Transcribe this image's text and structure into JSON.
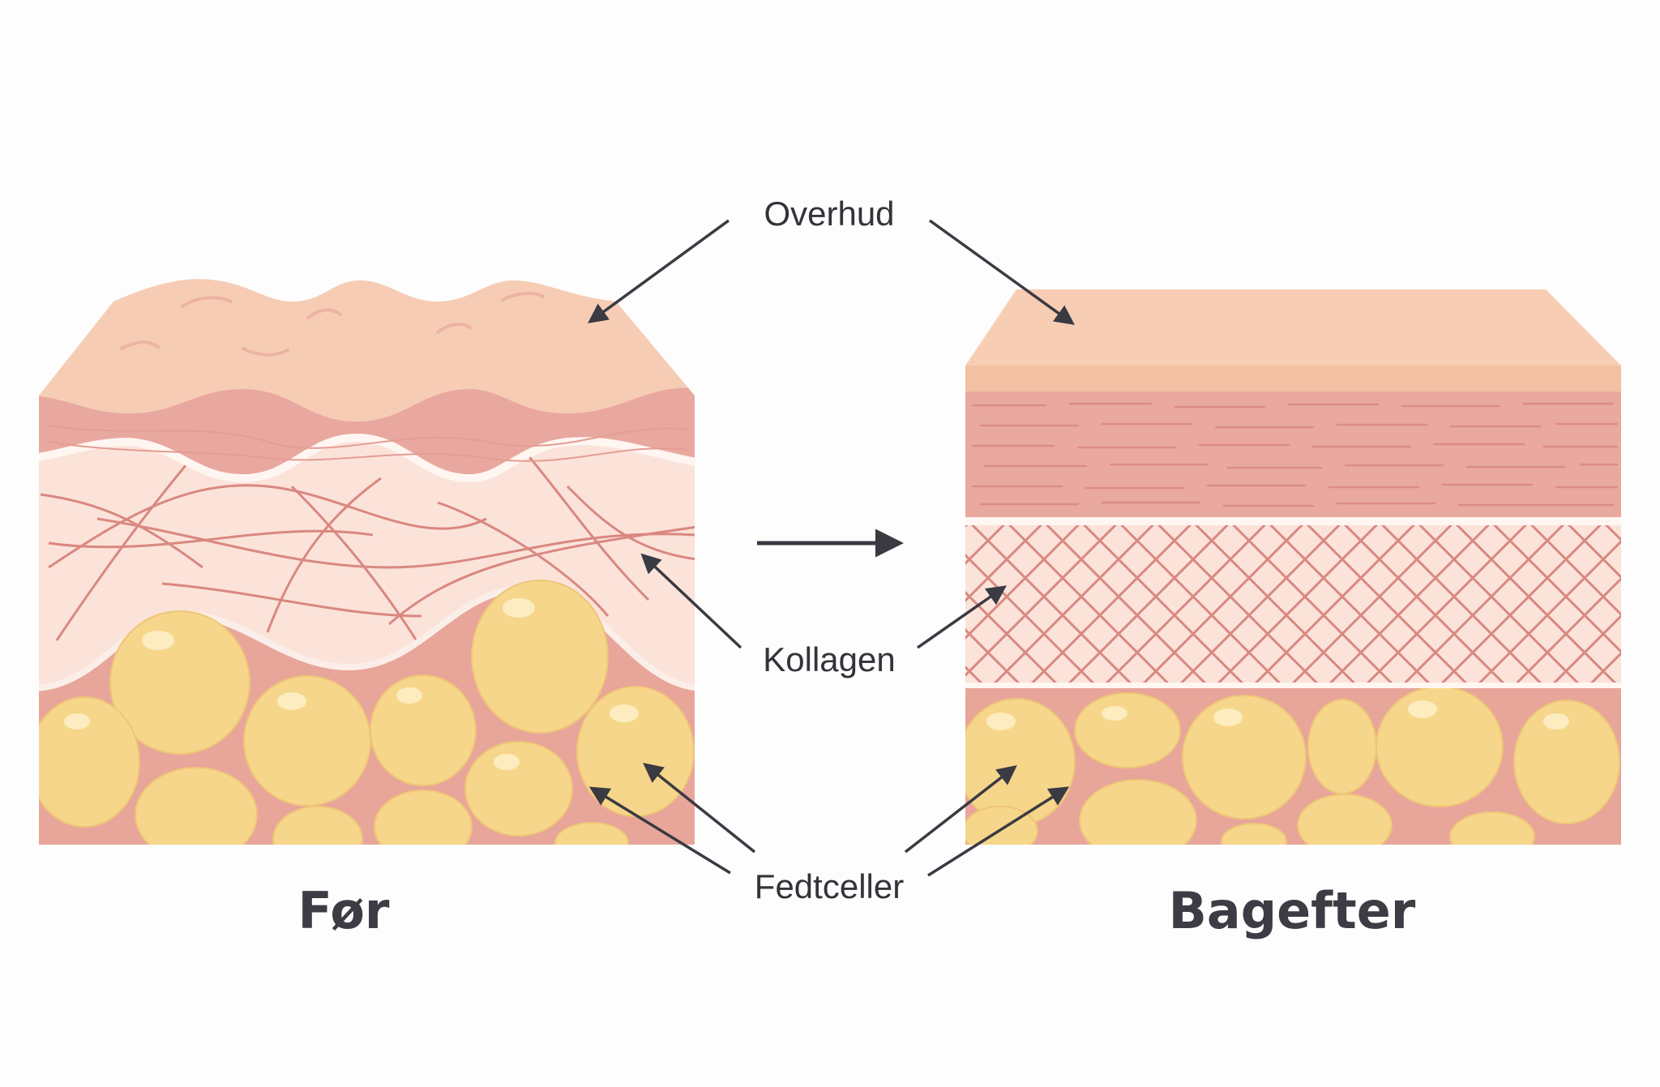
{
  "labels": {
    "epidermis": "Overhud",
    "collagen": "Kollagen",
    "fat_cells": "Fedtceller"
  },
  "panels": {
    "before": "Før",
    "after": "Bagefter"
  },
  "colors": {
    "epidermis": "#f6cdb4",
    "dermis": "#e9a89f",
    "collagen": "#fbe3da",
    "fiber": "#d98880",
    "fat": "#f6d68a",
    "fat_background": "#e8a59a",
    "text": "#33333a"
  }
}
